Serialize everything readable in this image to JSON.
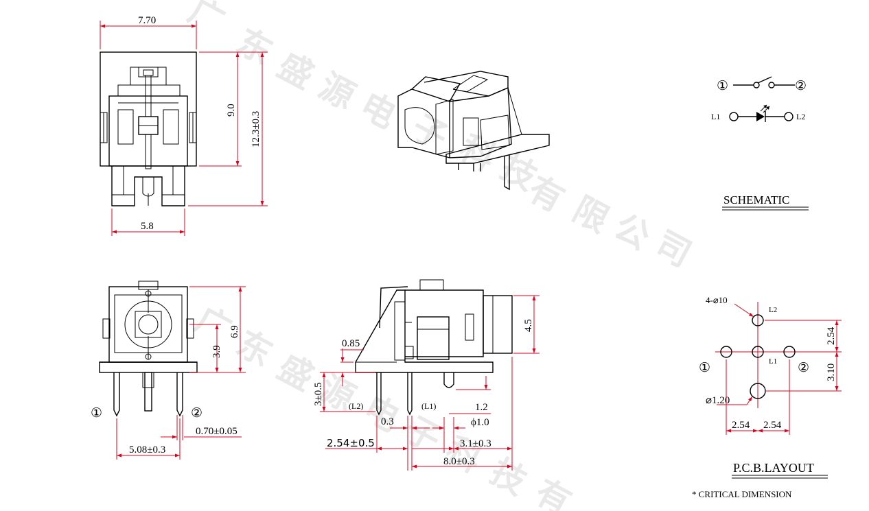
{
  "watermark": [
    "广",
    "东",
    "盛",
    "源",
    "电",
    "子",
    "科",
    "技",
    "有",
    "限",
    "公",
    "司"
  ],
  "front_view": {
    "width_top": "7.70",
    "height_body": "9.0",
    "height_total": "12.3±0.3",
    "width_bottom": "5.8"
  },
  "bottom_view": {
    "height_a": "3.9",
    "height_b": "6.9",
    "pin_1": "①",
    "pin_2": "②",
    "pin_width": "0.70±0.05",
    "pin_pitch": "5.08±0.3"
  },
  "side_view": {
    "height_top": "4.5",
    "d_085": "0.85",
    "h_3": "3±0.5",
    "label_l2": "(L2)",
    "label_l1": "(L1)",
    "d_12": "1.2",
    "d_phi10": "ϕ1.0",
    "d_03": "0.3",
    "d_254": "2.54±0.5",
    "d_31": "3.1±0.3",
    "d_80": "8.0±0.3"
  },
  "schematic": {
    "pin_1": "①",
    "pin_2": "②",
    "led_l1": "L1",
    "led_l2": "L2",
    "title": "SCHEMATIC"
  },
  "pcb": {
    "holes": "4-⌀10",
    "label_l2": "L2",
    "label_l1": "L1",
    "pin_1": "①",
    "pin_2": "②",
    "led_hole": "⌀1.20",
    "pitch_v1": "2.54",
    "pitch_v2": "3.10",
    "pitch_h1": "2.54",
    "pitch_h2": "2.54",
    "title": "P.C.B.LAYOUT",
    "note": "* CRITICAL  DIMENSION"
  }
}
